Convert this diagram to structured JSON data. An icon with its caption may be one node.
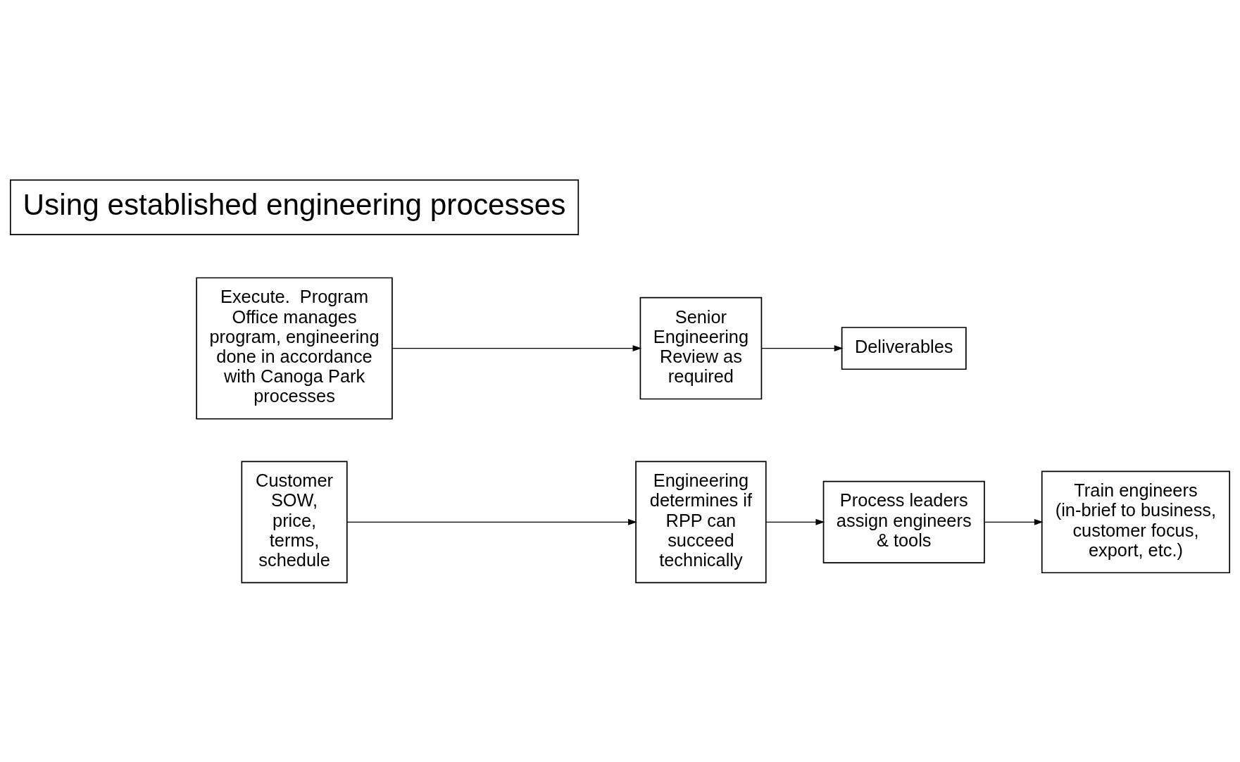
{
  "diagram": {
    "nodes": [
      {
        "text": [
          "Customer SOW, price, terms, schedule"
        ]
      },
      {
        "text": [
          "Engineering determines if RPP can succeed technically"
        ]
      },
      {
        "text": [
          "Process leaders assign engineers & tools"
        ]
      },
      {
        "text": [
          "Train engineers (in-brief to business, customer focus, export, etc.)"
        ]
      },
      {
        "text": [
          "Execute.  Program Office manages program, engineering done in accordance with Canoga Park processes"
        ]
      },
      {
        "text": [
          "Senior Engineering Review as required"
        ]
      },
      {
        "text": [
          "Deliverables"
        ]
      },
      {
        "text": [
          "Using established engineering processes"
        ]
      }
    ],
    "edges": [
      {
        "from": 0,
        "to": 1,
        "arrow": "to"
      },
      {
        "from": 1,
        "to": 2,
        "arrow": "to"
      },
      {
        "from": 2,
        "to": 3,
        "arrow": "to"
      },
      {
        "from": 4,
        "to": 5,
        "arrow": "to"
      },
      {
        "from": 5,
        "to": 6,
        "arrow": "to"
      }
    ]
  }
}
